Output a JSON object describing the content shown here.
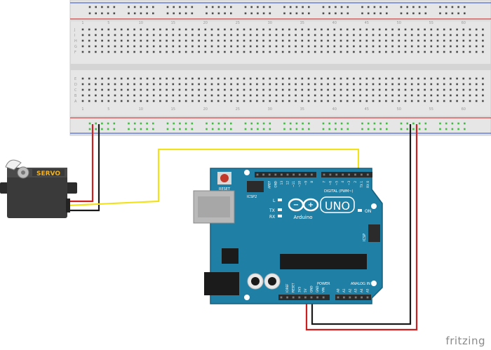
{
  "watermark": "fritzing",
  "colors": {
    "breadboard": "#e6e6e6",
    "breadboard_edge": "#c8c8c8",
    "hole": "#4a4a4a",
    "hole_highlight": "#3cbf3c",
    "rail_red": "#d41f1f",
    "rail_blue": "#2b4fd6",
    "arduino": "#1f7fa4",
    "arduino_edge": "#15607e",
    "header": "#2b2b2b",
    "servo_body": "#3a3a3a",
    "servo_label": "#f3b21b",
    "wire_red": "#cc1f1f",
    "wire_black": "#1a1a1a",
    "wire_yellow": "#f2e21c"
  },
  "servo": {
    "label": "SERVO"
  },
  "arduino": {
    "logo_text": "UNO",
    "brand": "Arduino",
    "reset_label": "RESET",
    "icsp2_label": "ICSP2",
    "icsp_label": "ICSP",
    "digital_label": "DIGITAL (PWM~)",
    "power_label": "POWER",
    "analog_label": "ANALOG IN",
    "led_l": "L",
    "led_tx": "TX",
    "led_rx": "RX",
    "led_on": "ON",
    "top_pins": [
      "AREF",
      "GND",
      "13",
      "12",
      "~11",
      "~10",
      "~9",
      "8",
      "7",
      "~6",
      "~5",
      "4",
      "~3",
      "2",
      "TX 1",
      "RX 0"
    ],
    "power_pins": [
      "IOREF",
      "RESET",
      "3V3",
      "5V",
      "GND",
      "GND",
      "VIN"
    ],
    "analog_pins": [
      "A0",
      "A1",
      "A2",
      "A3",
      "A4",
      "A5"
    ]
  },
  "breadboard": {
    "column_numbers": [
      "1",
      "5",
      "10",
      "15",
      "20",
      "25",
      "30",
      "35",
      "40",
      "45",
      "50",
      "55",
      "60"
    ],
    "row_letters_top": [
      "J",
      "I",
      "H",
      "G",
      "F"
    ],
    "row_letters_bottom": [
      "E",
      "D",
      "C",
      "B",
      "A"
    ]
  }
}
